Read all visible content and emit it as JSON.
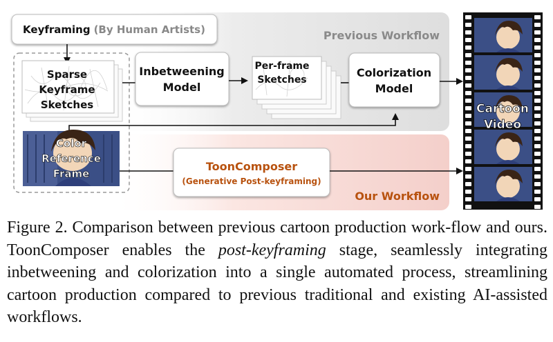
{
  "keyframing": {
    "title": "Keyframing",
    "subtitle": "(By Human Artists)"
  },
  "previous_workflow": {
    "label": "Previous Workflow"
  },
  "our_workflow": {
    "label": "Our Workflow"
  },
  "sparse_keyframes": {
    "line1": "Sparse",
    "line2": "Keyframe",
    "line3": "Sketches"
  },
  "inbetweening": {
    "line1": "Inbetweening",
    "line2": "Model"
  },
  "per_frame": {
    "line1": "Per-frame",
    "line2": "Sketches"
  },
  "colorization": {
    "line1": "Colorization",
    "line2": "Model"
  },
  "color_reference": {
    "line1": "Color",
    "line2": "Reference",
    "line3": "Frame"
  },
  "tooncomposer": {
    "title": "ToonComposer",
    "subtitle": "(Generative Post-keyframing)"
  },
  "cartoon_video": {
    "line1": "Cartoon",
    "line2": "Video"
  },
  "caption": {
    "part1": "Figure 2. Comparison between previous cartoon production work-flow and ours. ToonComposer enables the ",
    "emph": "post-keyframing",
    "part2": " stage, seamlessly integrating inbetweening and colorization into a single automated process, streamlining cartoon production compared to previous traditional and existing AI-assisted workflows."
  },
  "colors": {
    "previous_bg": "#e6e6e6",
    "our_bg": "#f6d8d4",
    "tooncomposer_text": "#b8520f",
    "our_label": "#b8520f",
    "previous_label": "#8a8a8a",
    "anime_sky": "#3b4f86",
    "anime_skin": "#f2d6b8",
    "anime_hair": "#3a2416"
  }
}
